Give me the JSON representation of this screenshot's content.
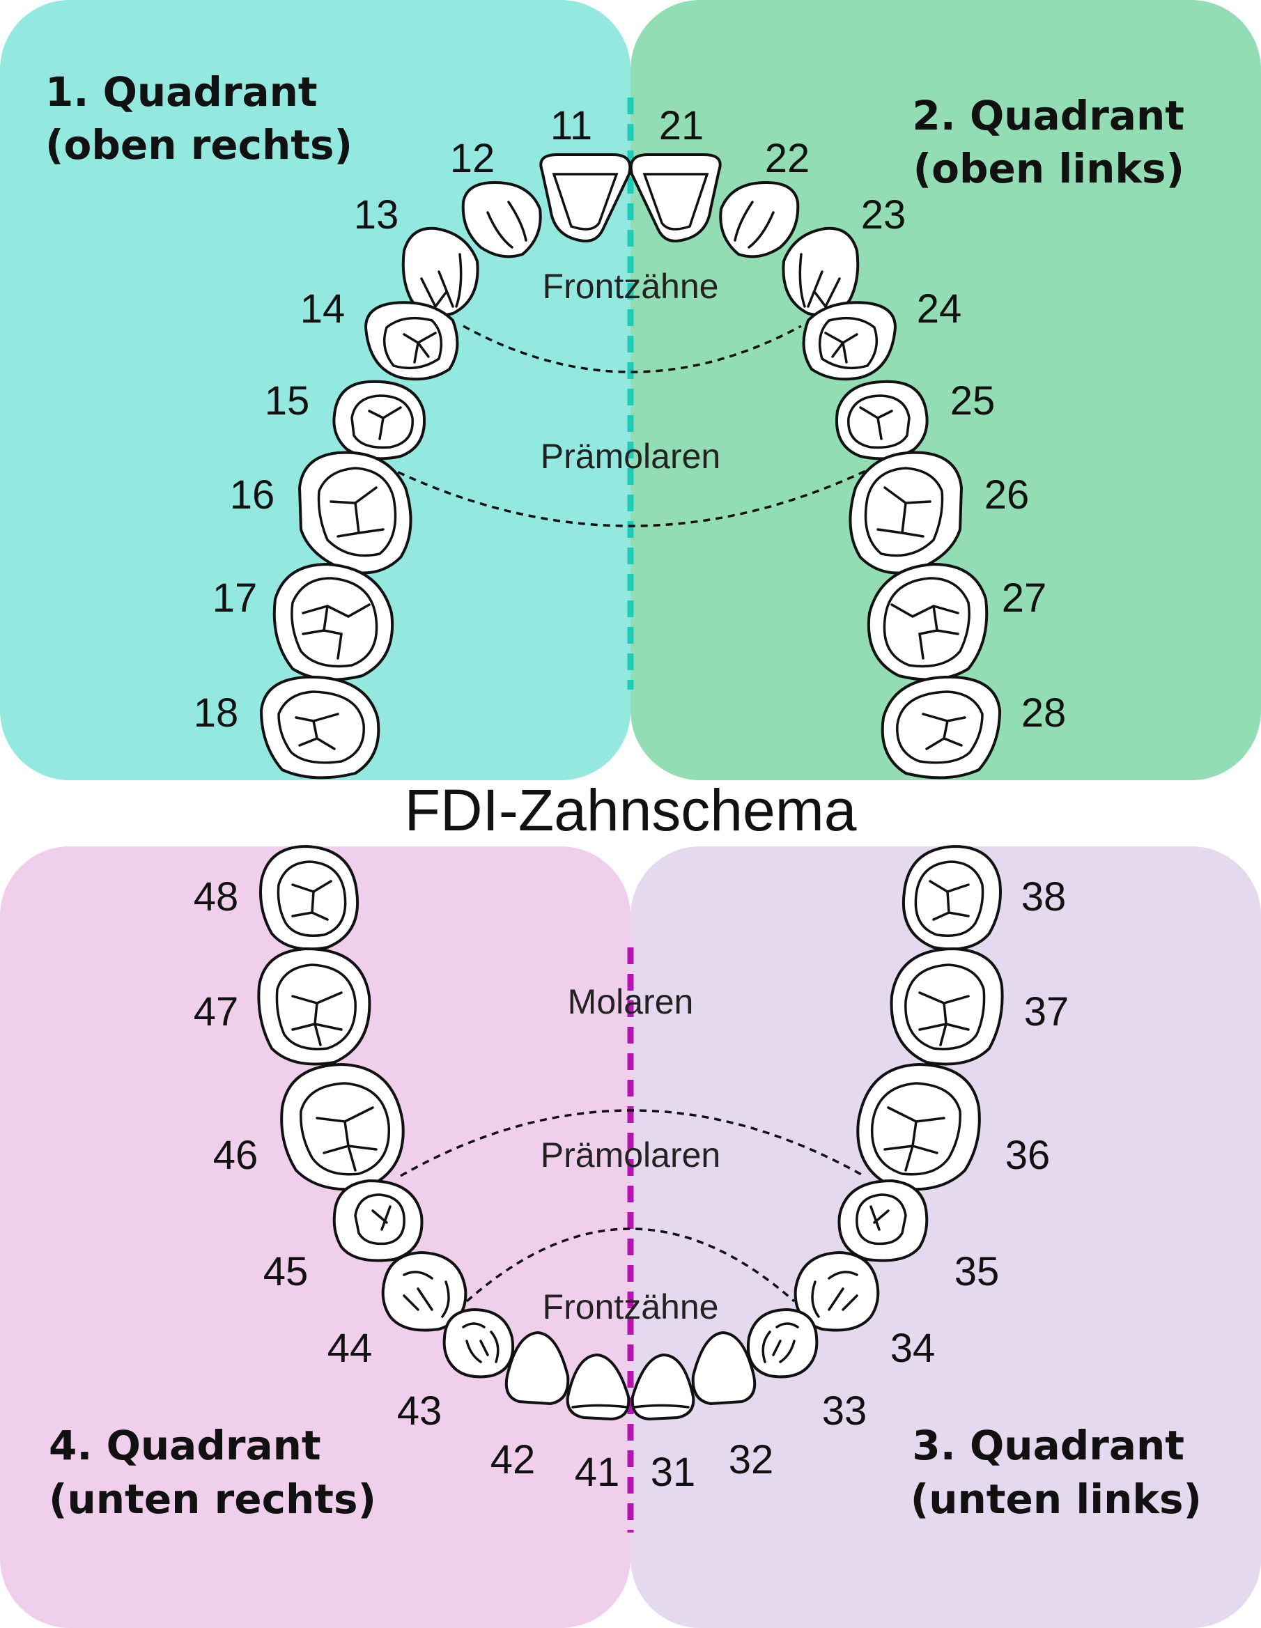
{
  "title": "FDI-Zahnschema",
  "colors": {
    "q1": "#93E8DF",
    "q2": "#92DDB3",
    "q3": "#E4D9EE",
    "q4": "#F0CFEC",
    "upper_midline": "#1ECBB9",
    "lower_midline": "#B514B3"
  },
  "quadrants": {
    "q1": {
      "line1": "1. Quadrant",
      "line2": "(oben rechts)"
    },
    "q2": {
      "line1": "2. Quadrant",
      "line2": "(oben links)"
    },
    "q3": {
      "line1": "3. Quadrant",
      "line2": "(unten links)"
    },
    "q4": {
      "line1": "4. Quadrant",
      "line2": "(unten rechts)"
    }
  },
  "upper_groups": {
    "front": "Frontzähne",
    "premolar": "Prämolaren"
  },
  "lower_groups": {
    "molar": "Molaren",
    "premolar": "Prämolaren",
    "front": "Frontzähne"
  },
  "teeth": {
    "t11": "11",
    "t12": "12",
    "t13": "13",
    "t14": "14",
    "t15": "15",
    "t16": "16",
    "t17": "17",
    "t18": "18",
    "t21": "21",
    "t22": "22",
    "t23": "23",
    "t24": "24",
    "t25": "25",
    "t26": "26",
    "t27": "27",
    "t28": "28",
    "t31": "31",
    "t32": "32",
    "t33": "33",
    "t34": "34",
    "t35": "35",
    "t36": "36",
    "t37": "37",
    "t38": "38",
    "t41": "41",
    "t42": "42",
    "t43": "43",
    "t44": "44",
    "t45": "45",
    "t46": "46",
    "t47": "47",
    "t48": "48"
  }
}
